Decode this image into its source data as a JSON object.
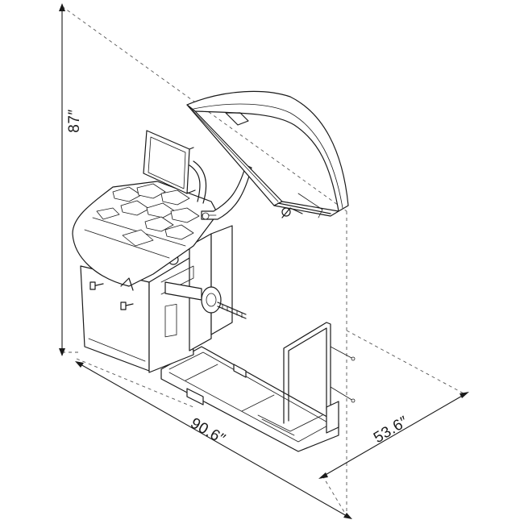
{
  "dimensions": {
    "height": "87″",
    "length": "90.6″",
    "depth": "53.6″"
  },
  "colors": {
    "line": "#1a1a1a",
    "dashed": "#555555",
    "background": "#ffffff"
  }
}
